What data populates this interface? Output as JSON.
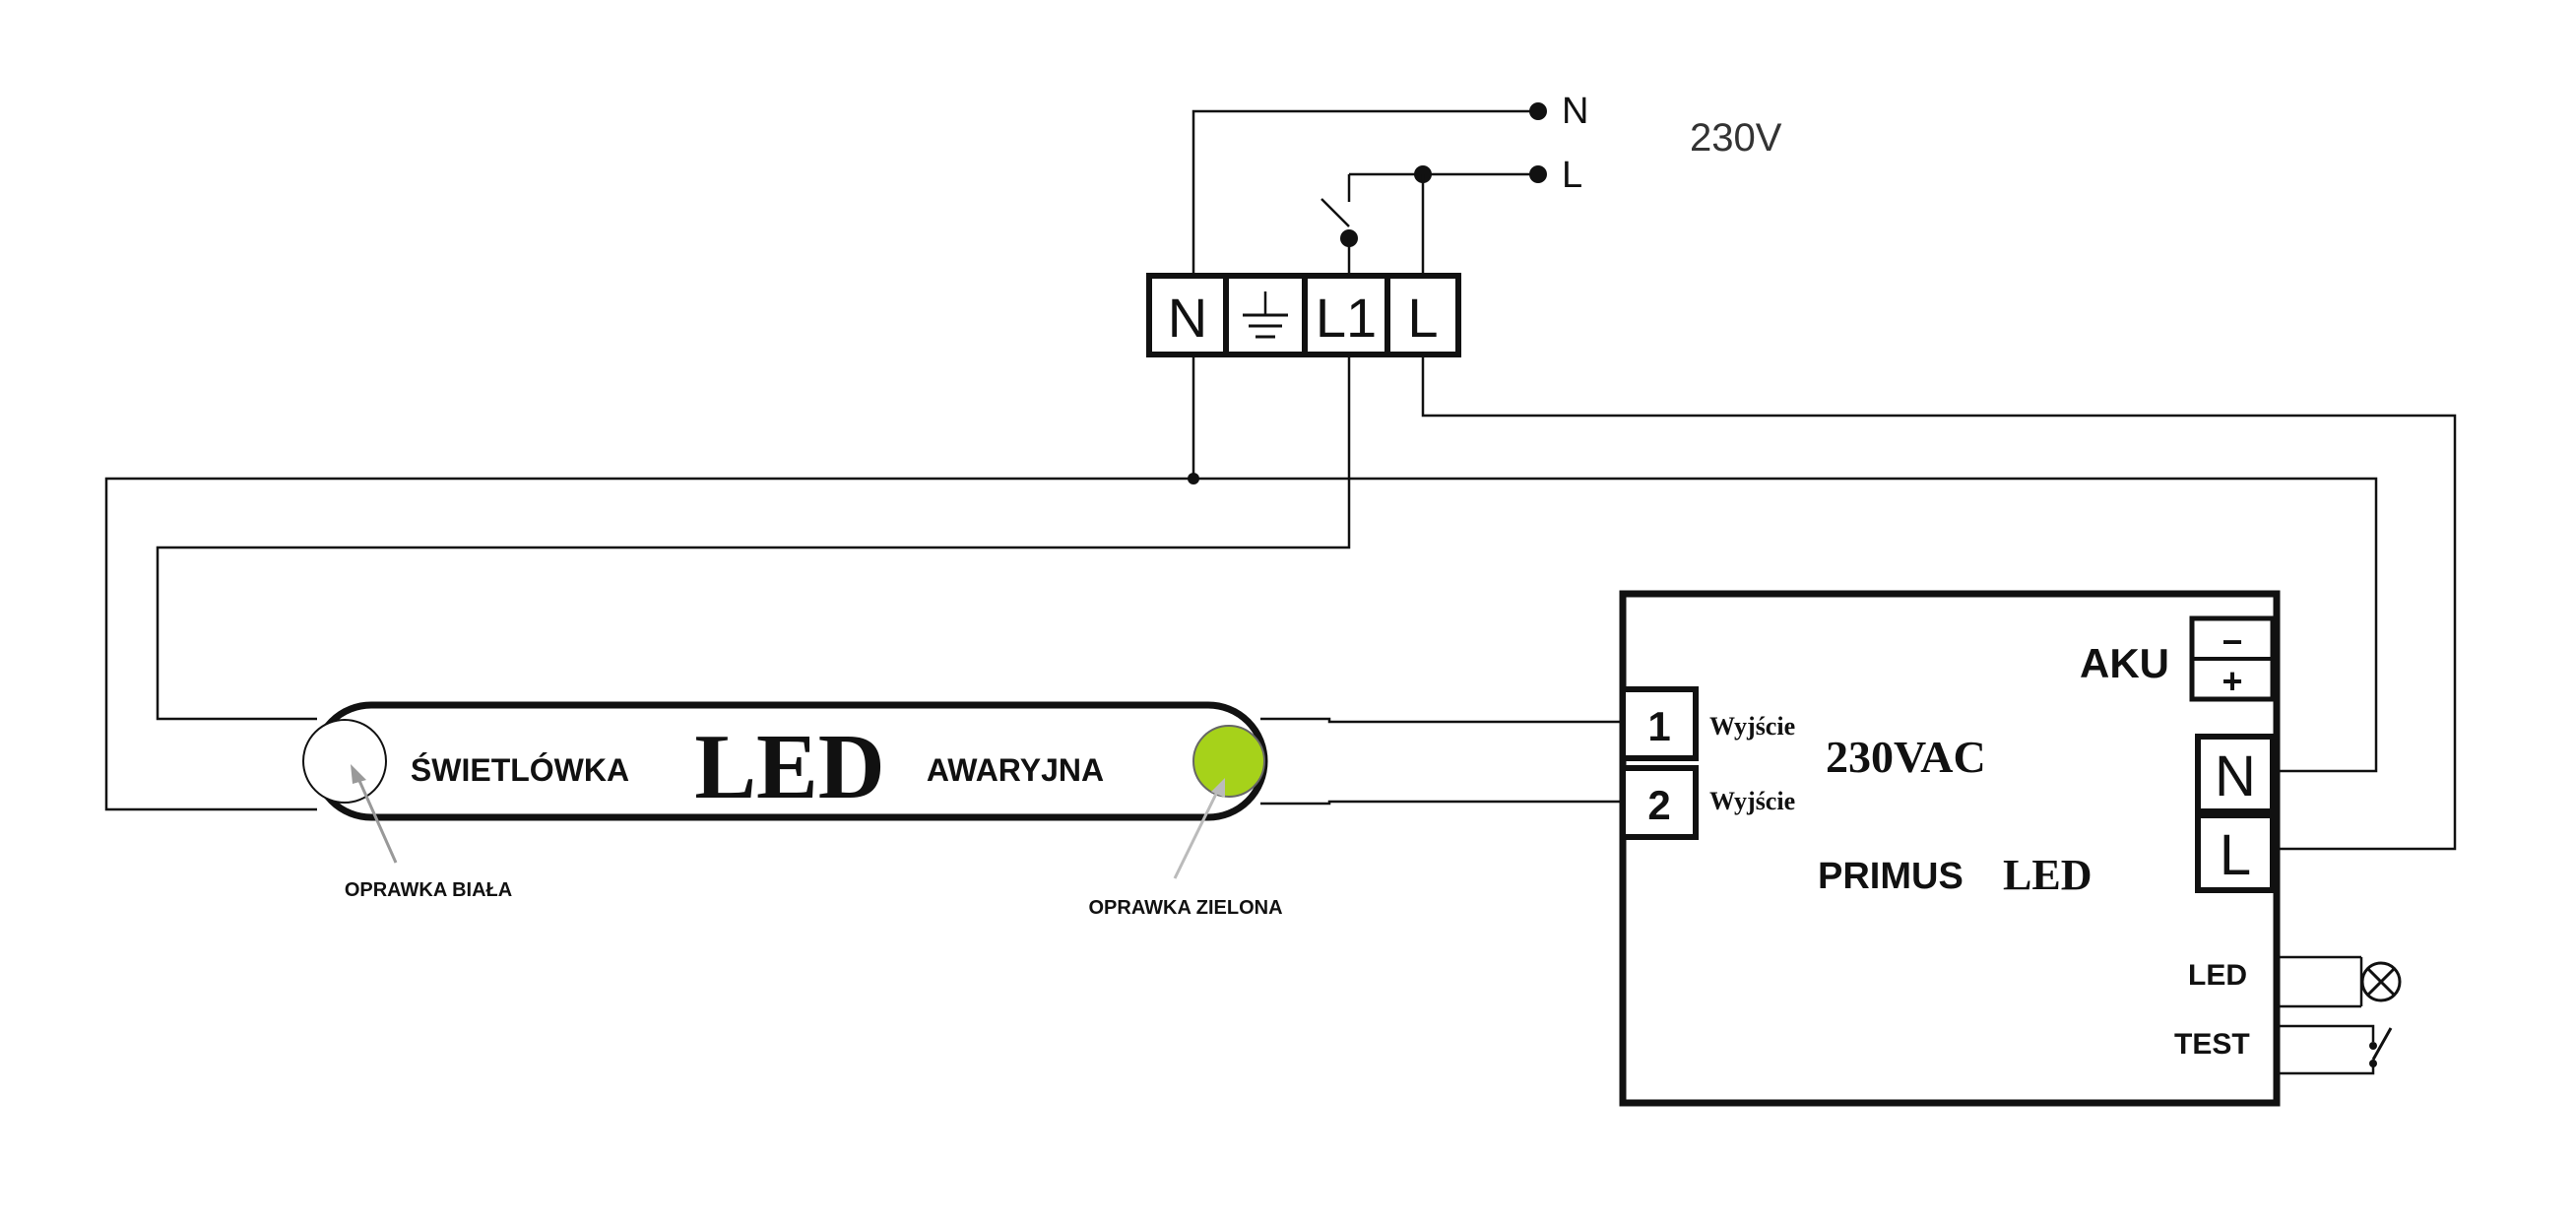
{
  "supply": {
    "n_label": "N",
    "l_label": "L",
    "voltage": "230V"
  },
  "terminal_block": {
    "terminals": [
      "N",
      "L1",
      "L"
    ],
    "earth_icon": "ground-symbol"
  },
  "tube": {
    "left_text": "ŚWIETLÓWKA",
    "center_text": "LED",
    "right_text": "AWARYJNA",
    "white_holder_label": "OPRAWKA BIAŁA",
    "green_holder_label": "OPRAWKA ZIELONA",
    "green_holder_color": "#a6d21a"
  },
  "module": {
    "aku_label": "AKU",
    "aku_minus": "−",
    "aku_plus": "+",
    "output_1_num": "1",
    "output_2_num": "2",
    "output_1_label": "Wyjście",
    "output_2_label": "Wyjście",
    "voltage": "230VAC",
    "name_part1": "PRIMUS",
    "name_part2": "LED",
    "input_n": "N",
    "input_l": "L",
    "led_label": "LED",
    "test_label": "TEST",
    "led_icon": "indicator-lamp",
    "test_icon": "test-switch"
  }
}
